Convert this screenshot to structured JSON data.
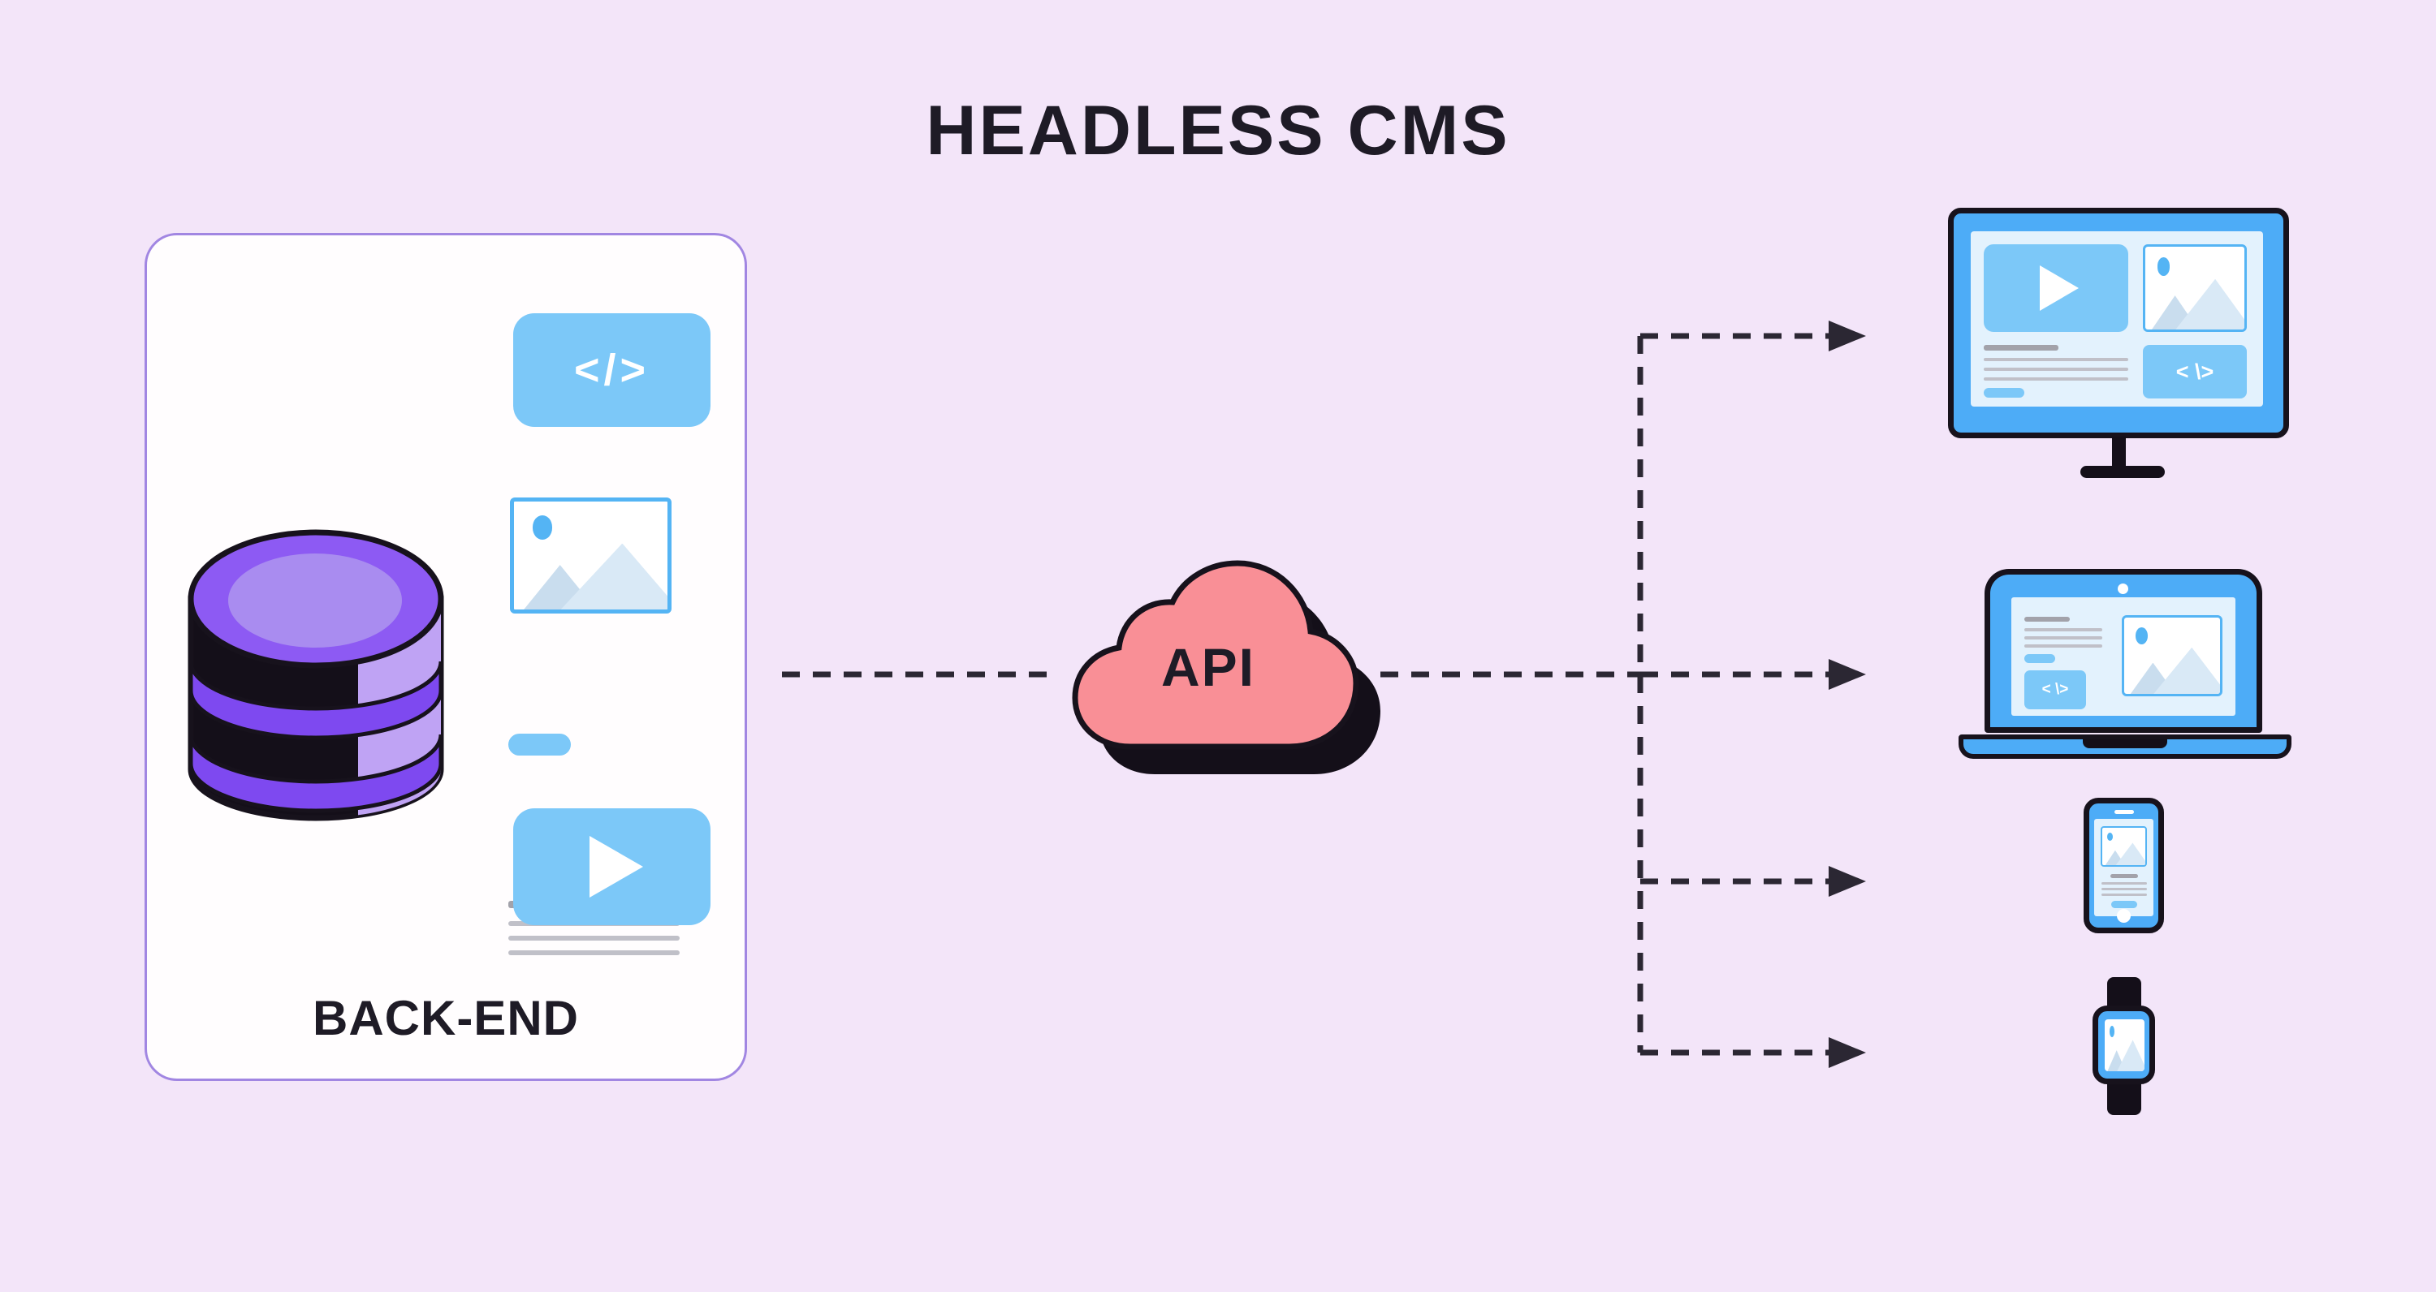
{
  "title": "HEADLESS CMS",
  "backend": {
    "label": "BACK-END",
    "code_icon_text": "</>"
  },
  "api": {
    "label": "API"
  },
  "devices": {
    "monitor": {
      "code_icon_text": "< \\>"
    },
    "laptop": {
      "code_icon_text": "< \\>"
    }
  },
  "icons": {
    "database": "database-cylinder",
    "code": "code-tag",
    "image": "image-placeholder",
    "video": "play-button",
    "cloud": "api-cloud",
    "monitor": "desktop-monitor",
    "laptop": "laptop",
    "phone": "smartphone",
    "watch": "smartwatch",
    "arrows": "dashed-arrow-connectors"
  },
  "colors": {
    "bg": "#f3e5f9",
    "card_bg": "#fffdfe",
    "card_border": "#a186e2",
    "ink": "#1e1b26",
    "outline": "#17121c",
    "black_fill": "#140f19",
    "connector": "#2b2733",
    "blue_block": "#7cc8f8",
    "blue_device": "#4dacf7",
    "blue_border": "#54b4f4",
    "screen_light": "#e3f2fd",
    "mountain": "#c9ddee",
    "mountain_2": "#d9e9f6",
    "line_dark": "#a2a2aa",
    "line_light": "#c0c0c8",
    "pill_blue": "#7cc8f8",
    "cloud_pink": "#f98f96",
    "db_purple": "#8d5af3",
    "db_purple_light": "#a98cf0",
    "db_band": "#7e49f0",
    "db_side": "#bfa3f4",
    "white": "#ffffff"
  }
}
